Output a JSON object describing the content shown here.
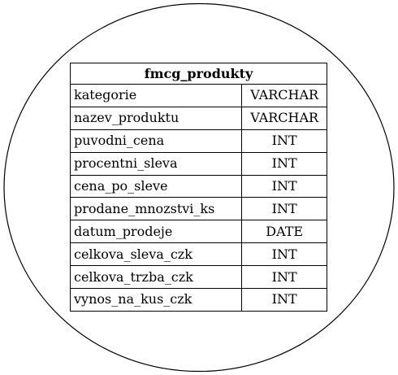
{
  "entity": {
    "name": "fmcg_produkty",
    "columns": [
      {
        "name": "kategorie",
        "type": "VARCHAR"
      },
      {
        "name": "nazev_produktu",
        "type": "VARCHAR"
      },
      {
        "name": "puvodni_cena",
        "type": "INT"
      },
      {
        "name": "procentni_sleva",
        "type": "INT"
      },
      {
        "name": "cena_po_sleve",
        "type": "INT"
      },
      {
        "name": "prodane_mnozstvi_ks",
        "type": "INT"
      },
      {
        "name": "datum_prodeje",
        "type": "DATE"
      },
      {
        "name": "celkova_sleva_czk",
        "type": "INT"
      },
      {
        "name": "celkova_trzba_czk",
        "type": "INT"
      },
      {
        "name": "vynos_na_kus_czk",
        "type": "INT"
      }
    ]
  },
  "colors": {
    "stroke": "#000000",
    "background": "#ffffff"
  }
}
